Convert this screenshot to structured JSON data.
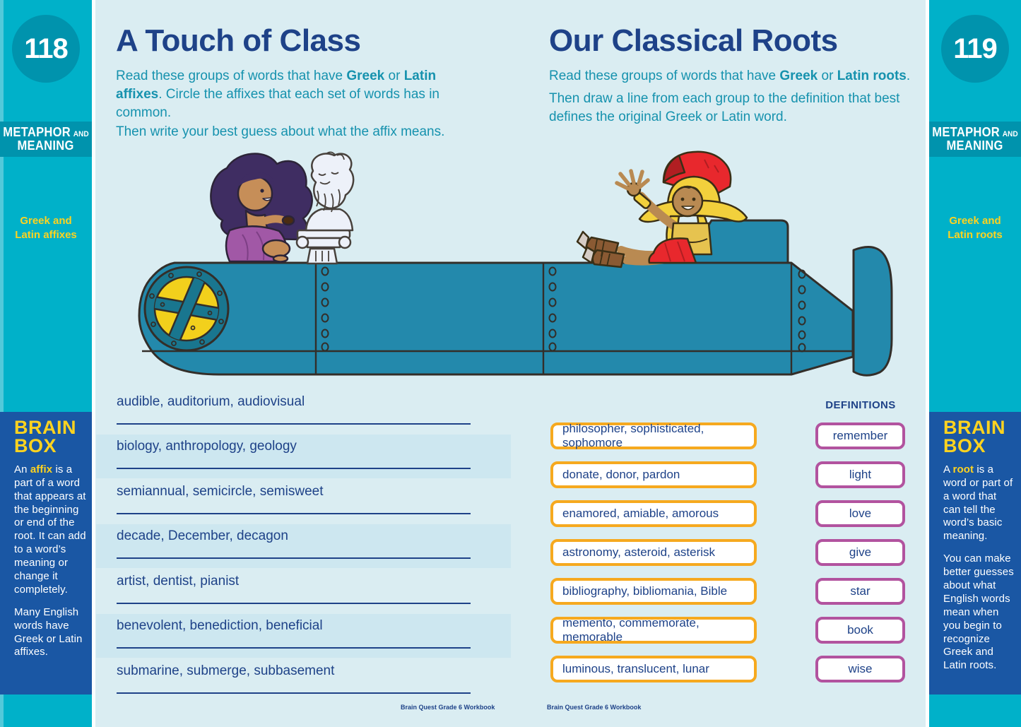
{
  "colors": {
    "sidebar_teal": "#00b1c9",
    "sidebar_dark_teal": "#0093ad",
    "brain_box_blue": "#1a57a4",
    "accent_yellow": "#ffd31f",
    "heading_navy": "#1e4288",
    "instruction_teal": "#1692ae",
    "page_background": "#daedf2",
    "row_band_blue": "#cde7f0",
    "group_box_orange": "#f6a91f",
    "definition_box_purple": "#b2539f",
    "submarine_teal": "#2389ac"
  },
  "left_page": {
    "page_number": "118",
    "tab": {
      "w1": "METAPHOR",
      "small": "AND",
      "w2": "MEANING"
    },
    "topic1": "Greek and",
    "topic2": "Latin affixes",
    "title": "A Touch of Class",
    "intro1": {
      "t1": "Read these groups of words that have ",
      "b1": "Greek",
      "t2": " or ",
      "b2": "Latin affixes",
      "t3": ". Circle the affixes that each set of words has in common."
    },
    "intro2": "Then write your best guess about what the affix means.",
    "word_rows": [
      "audible, auditorium, audiovisual",
      "biology, anthropology, geology",
      "semiannual, semicircle, semisweet",
      "decade, December, decagon",
      "artist, dentist, pianist",
      "benevolent, benediction, beneficial",
      "submarine, submerge, subbasement"
    ],
    "brain_box": {
      "title1": "BRAIN",
      "title2": "BOX",
      "p1a": "An ",
      "p1term": "affix",
      "p1b": " is a part of a word that appears at the beginning or end of the root. It can add to a word’s meaning or change it completely.",
      "p2": "Many English words have Greek or Latin affixes."
    },
    "footer": "Brain Quest Grade 6 Workbook"
  },
  "right_page": {
    "page_number": "119",
    "tab": {
      "w1": "METAPHOR",
      "small": "AND",
      "w2": "MEANING"
    },
    "topic1": "Greek and",
    "topic2": "Latin roots",
    "title": "Our Classical Roots",
    "intro1": {
      "t1": "Read these groups of words that have ",
      "b1": "Greek",
      "t2": " or ",
      "b2": "Latin roots",
      "t3": "."
    },
    "intro2": "Then draw a line from each group to the definition that best defines the original Greek or Latin word.",
    "definitions_header": "DEFINITIONS",
    "groups": [
      "philosopher, sophisticated, sophomore",
      "donate, donor, pardon",
      "enamored, amiable, amorous",
      "astronomy, asteroid, asterisk",
      "bibliography, bibliomania, Bible",
      "memento, commemorate, memorable",
      "luminous, translucent, lunar"
    ],
    "definitions": [
      "remember",
      "light",
      "love",
      "give",
      "star",
      "book",
      "wise"
    ],
    "brain_box": {
      "title1": "BRAIN",
      "title2": "BOX",
      "p1a": "A ",
      "p1term": "root",
      "p1b": " is a word or part of a word that can tell the word’s basic meaning.",
      "p2": "You can make better guesses about what English words mean when you begin to recognize Greek and Latin roots."
    },
    "footer": "Brain Quest Grade 6 Workbook"
  }
}
